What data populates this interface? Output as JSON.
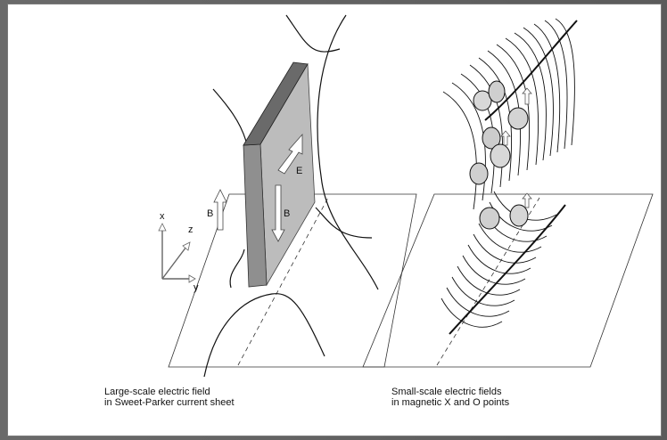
{
  "labels": {
    "axis_x": "x",
    "axis_z": "z",
    "axis_y": "y",
    "field_b_outer": "B",
    "field_e": "E",
    "field_b_inner": "B"
  },
  "captions": {
    "left": {
      "line1": "Large-scale electric field",
      "line2": "in Sweet-Parker current sheet"
    },
    "right": {
      "line1": "Small-scale electric fields",
      "line2": "in magnetic X and O points"
    }
  },
  "colors": {
    "background": "#5f5f5f",
    "panel": "#ffffff",
    "sheet_front": "#8f8f8f",
    "sheet_side": "#bcbcbc",
    "sheet_top": "#6a6a6a",
    "lines": "#111111"
  }
}
